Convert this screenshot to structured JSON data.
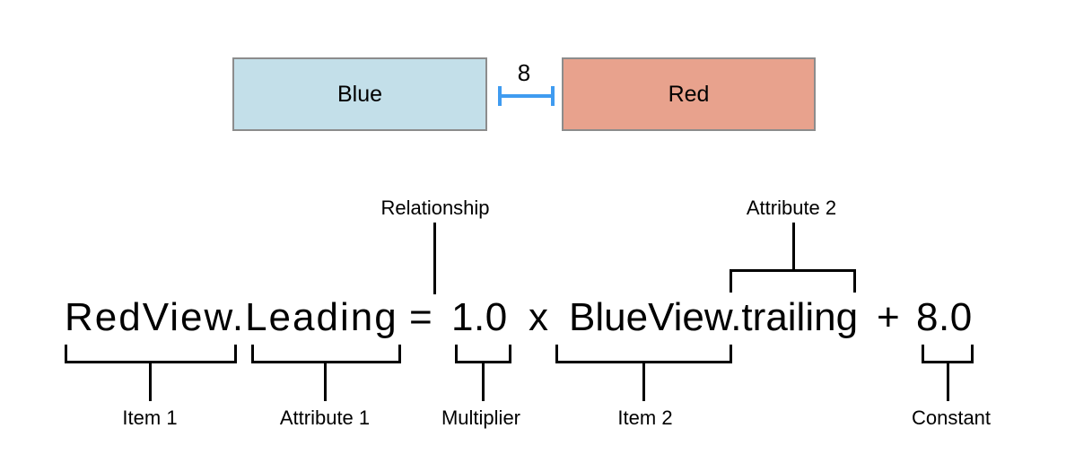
{
  "top_diagram": {
    "blue_box_label": "Blue",
    "red_box_label": "Red",
    "spacing_value": "8",
    "blue_box_color": "#c3dfe9",
    "red_box_color": "#e8a28d",
    "box_border_color": "#8c8c8c",
    "spacing_indicator_color": "#3f9bf0"
  },
  "equation": {
    "item1_attribute1": "RedView.Leading",
    "relation": "=",
    "multiplier": "1.0",
    "times_operator": "x",
    "item2_attribute2": "BlueView.trailing",
    "plus_operator": "+",
    "constant": "8.0"
  },
  "labels": {
    "relationship": "Relationship",
    "attribute_2": "Attribute 2",
    "item_1": "Item 1",
    "attribute_1": "Attribute 1",
    "multiplier": "Multiplier",
    "item_2": "Item 2",
    "constant": "Constant"
  }
}
